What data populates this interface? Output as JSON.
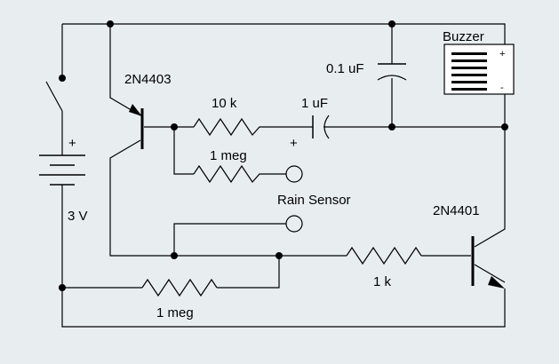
{
  "diagram": {
    "background": "#e8eef0",
    "wire_color": "#000000",
    "labels": {
      "q1": "2N4403",
      "q2": "2N4401",
      "r_10k": "10 k",
      "r_1meg_top": "1 meg",
      "r_1meg_bottom": "1 meg",
      "r_1k": "1 k",
      "c_01": "0.1 uF",
      "c_1": "1 uF",
      "battery_voltage": "3 V",
      "battery_plus": "+",
      "cap_plus": "+",
      "buzzer": "Buzzer",
      "buzzer_plus": "+",
      "buzzer_minus": "-",
      "sensor": "Rain Sensor"
    }
  }
}
